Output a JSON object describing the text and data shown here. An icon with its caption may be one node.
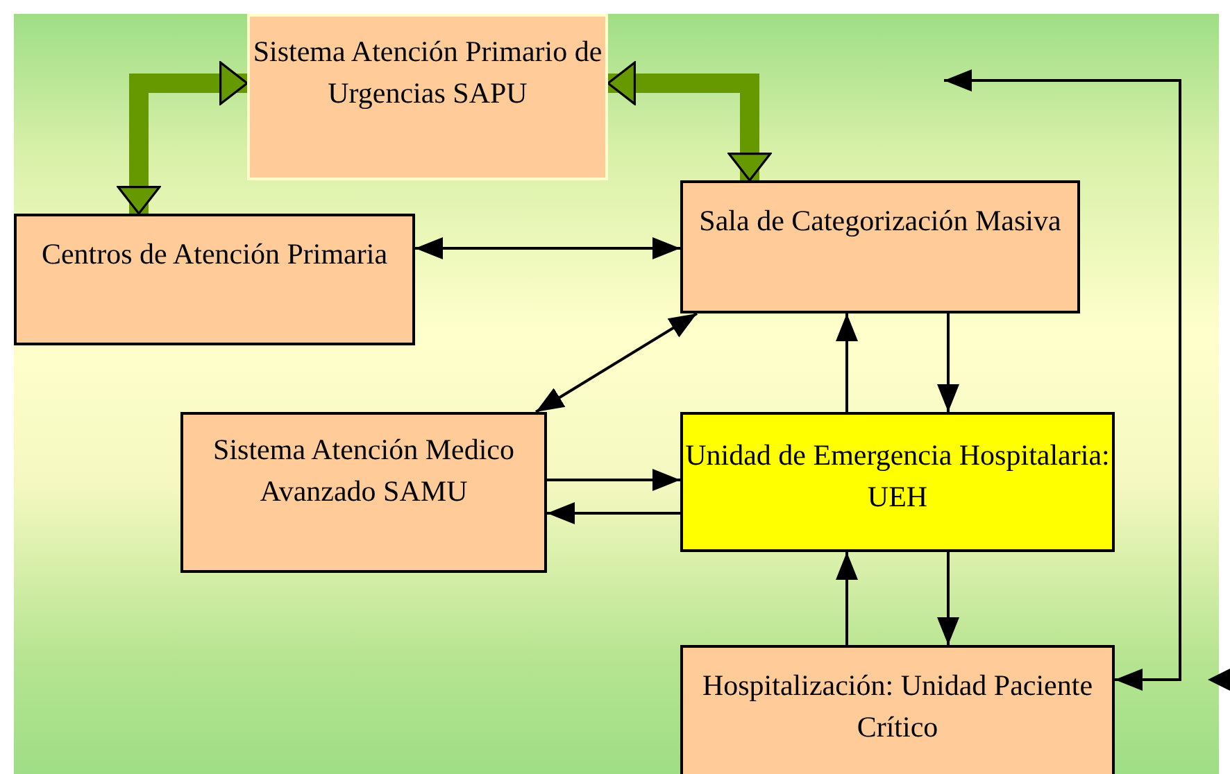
{
  "diagram": {
    "nodes": [
      {
        "text": [
          "Sistema Atención Primario de Urgencias SAPU"
        ]
      },
      {
        "text": [
          "Centros de Atención Primaria"
        ]
      },
      {
        "text": [
          "Sala de Categorización Masiva"
        ]
      },
      {
        "text": [
          "Sistema Atención Medico Avanzado SAMU"
        ]
      },
      {
        "text": [
          "Unidad de Emergencia Hospitalaria: UEH"
        ]
      },
      {
        "text": [
          "Hospitalización: Unidad Paciente Crítico"
        ]
      }
    ],
    "edges": [
      {
        "from": 0,
        "to": 1,
        "arrow": "both",
        "style": "thick",
        "color": "#669900"
      },
      {
        "from": 0,
        "to": 2,
        "arrow": "both",
        "style": "thick",
        "color": "#669900"
      },
      {
        "from": 1,
        "to": 2,
        "arrow": "both"
      },
      {
        "from": 3,
        "to": 2,
        "arrow": "both"
      },
      {
        "from": 4,
        "to": 2,
        "arrow": "to"
      },
      {
        "from": 2,
        "to": 4,
        "arrow": "to"
      },
      {
        "from": 3,
        "to": 4,
        "arrow": "to"
      },
      {
        "from": 4,
        "to": 3,
        "arrow": "to"
      },
      {
        "from": 5,
        "to": 4,
        "arrow": "to"
      },
      {
        "from": 4,
        "to": 5,
        "arrow": "to"
      },
      {
        "from": 5,
        "to": null,
        "arrow": "both"
      }
    ]
  }
}
